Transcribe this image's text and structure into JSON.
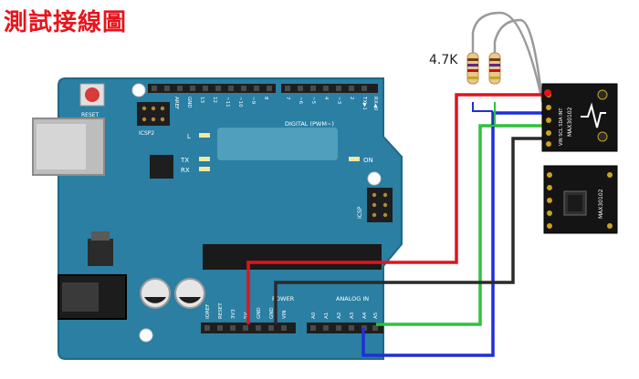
{
  "title": "測試接線圖",
  "resistor": {
    "value_label": "4.7K"
  },
  "board": {
    "reset_label": "RESET",
    "icsp2_label": "ICSP2",
    "icsp_label": "ICSP",
    "digital_label": "DIGITAL (PWM~)",
    "led_l": "L",
    "led_tx": "TX",
    "led_rx": "RX",
    "led_on": "ON",
    "power_label": "POWER",
    "analog_label": "ANALOG IN",
    "power_pins": [
      "IOREF",
      "RESET",
      "3V3",
      "5V",
      "GND",
      "GND",
      "VIN"
    ],
    "analog_pins": [
      "A0",
      "A1",
      "A2",
      "A3",
      "A4",
      "A5"
    ],
    "top_pins": [
      "AREF",
      "GND",
      "13",
      "12",
      "~11",
      "~10",
      "~9",
      "8",
      "7",
      "~6",
      "~5",
      "4",
      "~3",
      "2",
      "TX▶1",
      "RX◀0"
    ]
  },
  "module_front": {
    "text_lines": [
      "MAX30102",
      "VIN SCL SDA INT"
    ]
  },
  "module_back": {
    "text": "MAX30102"
  },
  "colors": {
    "board": "#2a7fa3",
    "board_edge": "#1f6887",
    "wire_red": "#e0141e",
    "wire_green": "#2ec23a",
    "wire_blue": "#1f2fd6",
    "wire_black": "#2a2a2a",
    "title": "#e8141c"
  }
}
